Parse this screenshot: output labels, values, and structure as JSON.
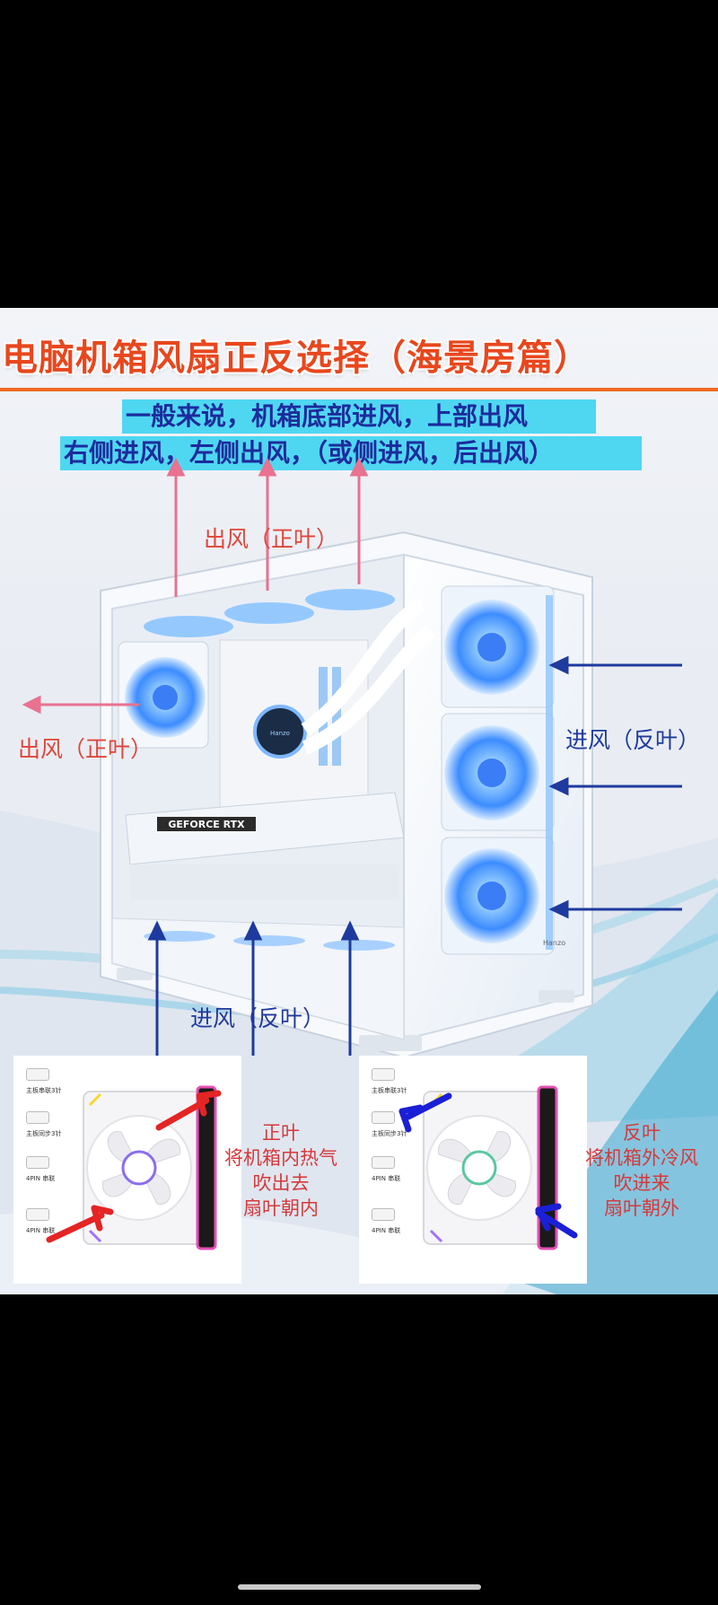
{
  "poster": {
    "title": "电脑机箱风扇正反选择（海景房篇）",
    "intro_line1": "一般来说，机箱底部进风，上部出风",
    "intro_line2": "右侧进风，左侧出风，（或侧进风，后出风）",
    "label_top_exhaust": "出风（正叶）",
    "label_left_exhaust": "出风（正叶）",
    "label_right_intake": "进风（反叶）",
    "label_bottom_intake": "进风（反叶）",
    "gpu_brand": "GEFORCE RTX",
    "case_brand": "Hanzo",
    "left_panel": {
      "connectors": [
        "主板串联3针",
        "主板同步3针",
        "4PIN 串联",
        "4PIN 串联"
      ],
      "caption_lines": [
        "正叶",
        "将机箱内热气",
        "吹出去",
        "扇叶朝内"
      ]
    },
    "right_panel": {
      "connectors": [
        "主板串联3针",
        "主板同步3针",
        "4PIN 串联",
        "4PIN 串联"
      ],
      "caption_lines": [
        "反叶",
        "将机箱外冷风",
        "吹进来",
        "扇叶朝外"
      ]
    }
  },
  "colors": {
    "title": "#e8471e",
    "highlight": "#4fd7f2",
    "highlight_text": "#1d2b9c",
    "exhaust_arrow": "#e8728f",
    "intake_arrow": "#1f3a9d",
    "red_text": "#e0463b"
  }
}
